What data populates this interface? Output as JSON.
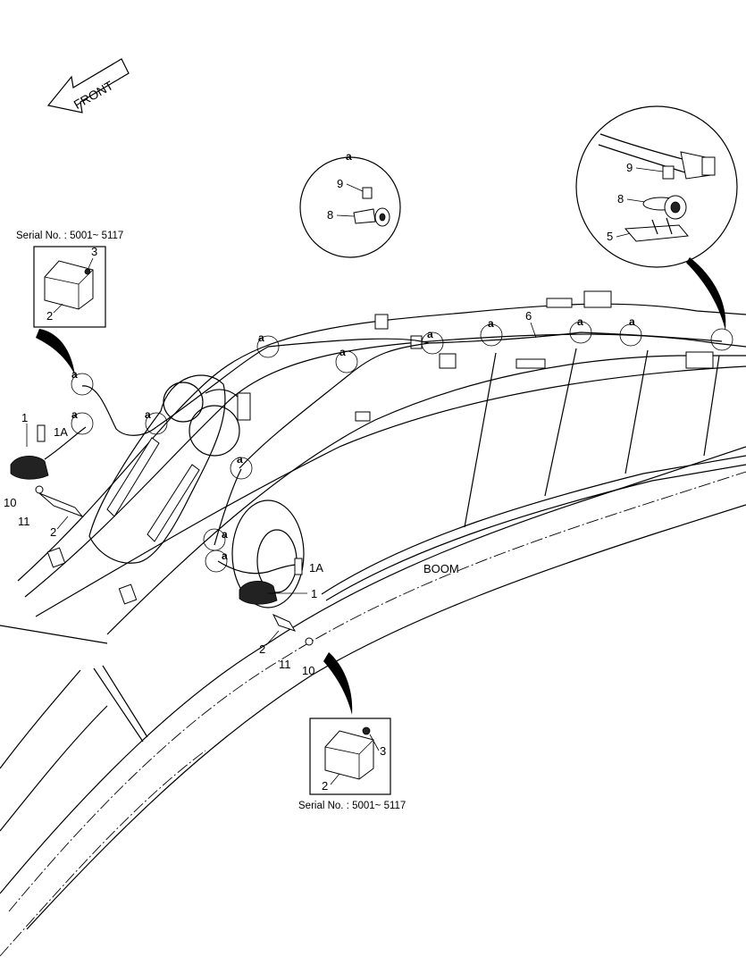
{
  "front_arrow": {
    "label": "FRONT"
  },
  "boom_label": "BOOM",
  "serial_top": "Serial No. : 5001~ 5117",
  "serial_bottom": "Serial No. : 5001~ 5117",
  "callouts": {
    "detail_a": {
      "title": "a",
      "items": [
        "9",
        "8"
      ]
    },
    "detail_b": {
      "items": [
        "9",
        "8",
        "5"
      ]
    },
    "inset_top": {
      "items": [
        "3",
        "2"
      ]
    },
    "inset_bottom": {
      "items": [
        "3",
        "2"
      ]
    },
    "left_lamp": {
      "items": [
        "1",
        "1A",
        "10",
        "11",
        "2"
      ]
    },
    "right_lamp": {
      "items": [
        "1A",
        "1",
        "2",
        "11",
        "10"
      ]
    },
    "harness": "6",
    "clamp_marker": "a"
  }
}
